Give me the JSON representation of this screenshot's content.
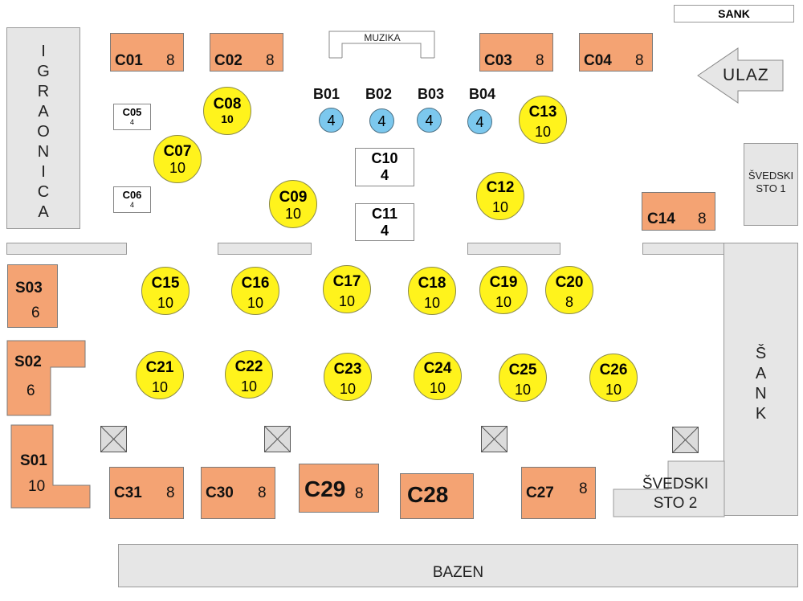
{
  "labels": {
    "sank_top": "SANK",
    "muzika": "MUZIKA",
    "ulaz": "ULAZ",
    "igraonica": [
      "I",
      "G",
      "R",
      "A",
      "O",
      "N",
      "I",
      "C",
      "A"
    ],
    "svedski_sto_1": [
      "ŠVEDSKI",
      "STO 1"
    ],
    "sank_side": [
      "Š",
      "A",
      "N",
      "K"
    ],
    "svedski_sto_2": [
      "ŠVEDSKI",
      "STO 2"
    ],
    "bazen": "BAZEN"
  },
  "tables": {
    "C01": {
      "code": "C01",
      "seats": "8"
    },
    "C02": {
      "code": "C02",
      "seats": "8"
    },
    "C03": {
      "code": "C03",
      "seats": "8"
    },
    "C04": {
      "code": "C04",
      "seats": "8"
    },
    "C05": {
      "code": "C05",
      "seats": "4"
    },
    "C06": {
      "code": "C06",
      "seats": "4"
    },
    "C07": {
      "code": "C07",
      "seats": "10"
    },
    "C08": {
      "code": "C08",
      "seats": "10"
    },
    "C09": {
      "code": "C09",
      "seats": "10"
    },
    "C10": {
      "code": "C10",
      "seats": "4"
    },
    "C11": {
      "code": "C11",
      "seats": "4"
    },
    "C12": {
      "code": "C12",
      "seats": "10"
    },
    "C13": {
      "code": "C13",
      "seats": "10"
    },
    "C14": {
      "code": "C14",
      "seats": "8"
    },
    "B01": {
      "code": "B01",
      "seats": "4"
    },
    "B02": {
      "code": "B02",
      "seats": "4"
    },
    "B03": {
      "code": "B03",
      "seats": "4"
    },
    "B04": {
      "code": "B04",
      "seats": "4"
    },
    "C15": {
      "code": "C15",
      "seats": "10"
    },
    "C16": {
      "code": "C16",
      "seats": "10"
    },
    "C17": {
      "code": "C17",
      "seats": "10"
    },
    "C18": {
      "code": "C18",
      "seats": "10"
    },
    "C19": {
      "code": "C19",
      "seats": "10"
    },
    "C20": {
      "code": "C20",
      "seats": "8"
    },
    "C21": {
      "code": "C21",
      "seats": "10"
    },
    "C22": {
      "code": "C22",
      "seats": "10"
    },
    "C23": {
      "code": "C23",
      "seats": "10"
    },
    "C24": {
      "code": "C24",
      "seats": "10"
    },
    "C25": {
      "code": "C25",
      "seats": "10"
    },
    "C26": {
      "code": "C26",
      "seats": "10"
    },
    "S01": {
      "code": "S01",
      "seats": "10"
    },
    "S02": {
      "code": "S02",
      "seats": "6"
    },
    "S03": {
      "code": "S03",
      "seats": "6"
    },
    "C27": {
      "code": "C27",
      "seats": "8"
    },
    "C28": {
      "code": "C28",
      "seats": ""
    },
    "C29": {
      "code": "C29",
      "seats": "8"
    },
    "C30": {
      "code": "C30",
      "seats": "8"
    },
    "C31": {
      "code": "C31",
      "seats": "8"
    }
  }
}
